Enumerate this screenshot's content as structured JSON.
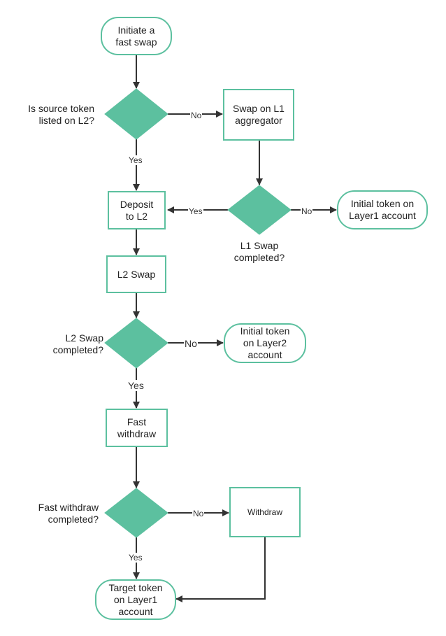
{
  "colors": {
    "accent": "#5cc09f",
    "stroke": "#333333",
    "node_border": "#5cc09f"
  },
  "nodes": {
    "start": "Initiate a\nfast swap",
    "swap_l1": "Swap on L1\naggregator",
    "deposit_l2": "Deposit\nto L2",
    "initial_l1_a": "Initial token on\nLayer1 account",
    "l2_swap": "L2 Swap",
    "initial_l2": "Initial token\non Layer2\naccount",
    "fast_withdraw": "Fast\nwithdraw",
    "withdraw": "Withdraw",
    "target": "Target token\non Layer1\naccount"
  },
  "conditions": {
    "source_listed": "Is source token\nlisted on L2?",
    "l1_swap_completed": "L1 Swap\ncompleted?",
    "l2_swap_completed": "L2 Swap\ncompleted?",
    "fast_withdraw_completed": "Fast withdraw\ncompleted?"
  },
  "edge_labels": {
    "no_1": "No",
    "yes_1": "Yes",
    "yes_2": "Yes",
    "no_2": "No",
    "no_3": "No",
    "yes_3": "Yes",
    "no_4": "No",
    "yes_4": "Yes"
  }
}
